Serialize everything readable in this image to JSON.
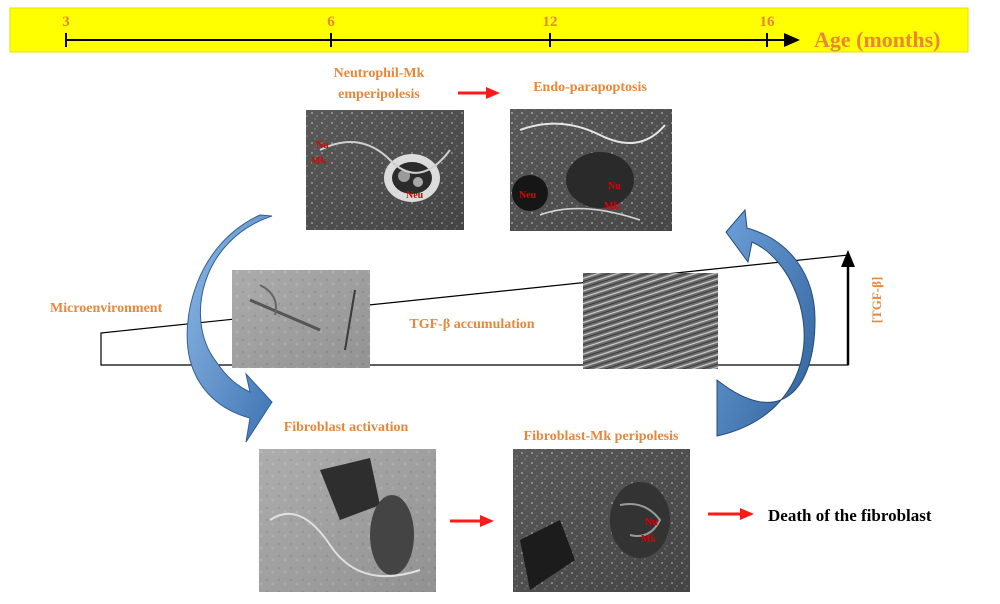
{
  "timeline": {
    "ticks": [
      "3",
      "6",
      "12",
      "16"
    ],
    "axis_label": "Age (months)",
    "band_color": "#ffff00"
  },
  "labels": {
    "emperipolesis_line1": "Neutrophil-Mk",
    "emperipolesis_line2": "emperipolesis",
    "endo": "Endo-parapoptosis",
    "microenvironment": "Microenvironment",
    "tgf_accumulation": "TGF-β  accumulation",
    "tgf_axis": "[TGF-β]",
    "fibroblast_activation": "Fibroblast  activation",
    "peripolesis": "Fibroblast-Mk  peripolesis",
    "death": "Death of the fibroblast"
  },
  "micrograph_tags": {
    "img1_nu": "Nu",
    "img1_mk": "Mk",
    "img1_neu": "Neu",
    "img2_neu": "Neu",
    "img2_nu": "Nu",
    "img2_mk": "Mk",
    "img6_nu": "Nu",
    "img6_mk": "Mk"
  },
  "colors": {
    "label_orange": "#e8873a",
    "tag_red": "#e00000",
    "arrow_red": "#ff1a1a",
    "curved_arrow_blue": "#4f88c6"
  }
}
